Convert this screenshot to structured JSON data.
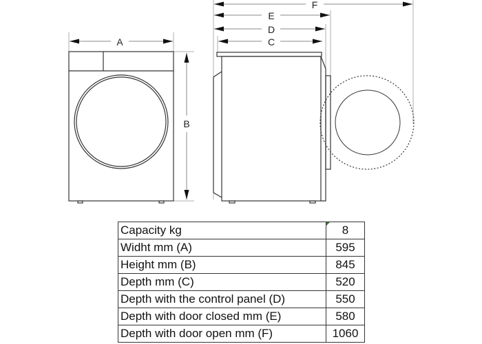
{
  "diagram": {
    "labels": {
      "A": "A",
      "B": "B",
      "C": "C",
      "D": "D",
      "E": "E",
      "F": "F"
    }
  },
  "table": {
    "rows": [
      {
        "label": "Capacity kg",
        "value": "8"
      },
      {
        "label": "Widht mm (A)",
        "value": "595"
      },
      {
        "label": "Height mm (B)",
        "value": "845"
      },
      {
        "label": "Depth mm (C)",
        "value": "520"
      },
      {
        "label": "Depth with the control panel (D)",
        "value": "550"
      },
      {
        "label": "Depth with door closed mm (E)",
        "value": "580"
      },
      {
        "label": "Depth with door open mm (F)",
        "value": "1060"
      }
    ]
  },
  "colors": {
    "line": "#333333",
    "dim": "#888888",
    "flag": "#3a7d3a"
  }
}
